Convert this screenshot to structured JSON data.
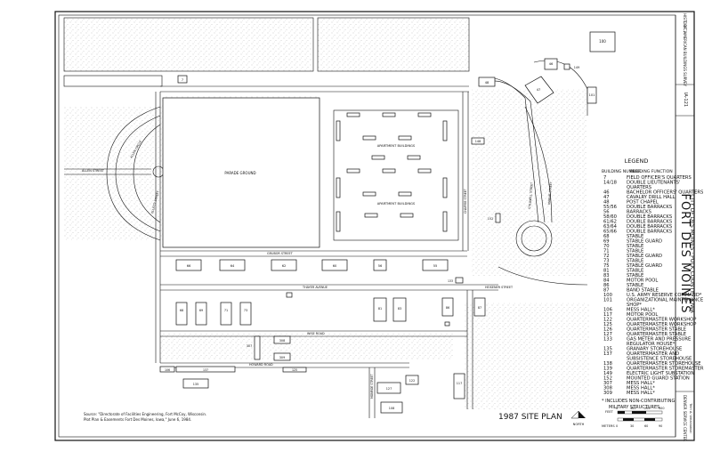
{
  "title_block": {
    "fort_name": "FORT DES MOINES",
    "location": "CITY OF DES MOINES · POLK COUNTY · IOWA",
    "survey_name": "HISTORIC AMERICAN BUILDINGS SURVEY",
    "survey_code": "IA-121",
    "sheet_no": "1 OF 1",
    "drawn_by": "Terri A. Umanowski",
    "office": "DENVER SERVICE CENTER"
  },
  "plan_title": "1987 SITE PLAN",
  "north_label": "NORTH",
  "source_note": [
    "Source: \"Directorate of Facilities Engineering, Fort McCoy, Wisconsin.",
    "Plot Plan & Easements Fort Des Moines, Iowa,\" June 6, 1984."
  ],
  "scale": {
    "feet_label": "FEET",
    "feet_ticks": [
      "0",
      "100",
      "200",
      "300"
    ],
    "meters_label": "METERS",
    "meters_ticks": [
      "0",
      "30",
      "60",
      "90"
    ]
  },
  "labels": {
    "parade_ground": "PARADE GROUND",
    "apartment_upper": "APARTMENT BUILDINGS",
    "apartment_lower": "APARTMENT BUILDINGS",
    "allen_street": "ALLEN STREET",
    "allen_circle": "ALLEN CIRCLE",
    "elliott_street": "ELLIOTT STREET",
    "grubor_street": "GRUBOR STREET",
    "thayer_avenue": "THAYER AVENUE",
    "wise_road": "WISE ROAD",
    "howard_road": "HOWARD ROAD",
    "chaffee_street": "CHAFFEE STREET",
    "stillwell_street": "STILLWELL STREET",
    "marnie_street": "MARNIE STREET",
    "heisener_street": "HEISENER STREET",
    "monroe_street": "MONROE STREET"
  },
  "building_numbers": {
    "b100": "100",
    "b101": "101",
    "b45": "45",
    "b46": "46",
    "b47": "47",
    "b48": "48",
    "b149": "149",
    "b148": "148",
    "b152": "152",
    "b7": "7",
    "b14": "14/18",
    "b66": "66",
    "b65": "65",
    "b64": "64",
    "b63": "63",
    "b62": "62",
    "b61": "61",
    "b60": "60",
    "b59": "59",
    "b56": "56",
    "b55": "55",
    "b54": "54",
    "b133": "133",
    "b68": "68",
    "b69": "69",
    "b71": "71",
    "b73": "73",
    "b81": "81",
    "b83": "83",
    "b86": "86",
    "b87": "87",
    "b84": "84",
    "b106": "106",
    "b135": "135",
    "b137": "137",
    "b308": "308",
    "b309": "309",
    "b307": "307",
    "b125": "125",
    "b126": "126",
    "b139": "139",
    "b138": "138",
    "b117": "117",
    "b122": "122",
    "b127": "127",
    "b108": "108"
  },
  "legend": {
    "heading": "LEGEND",
    "col1_header": "BUILDING NUMBER",
    "col2_header": "BUILDING FUNCTION",
    "rows": [
      {
        "num": "7",
        "fn": "FIELD OFFICER'S QUARTERS"
      },
      {
        "num": "14/18",
        "fn": "DOUBLE LIEUTENANTS'"
      },
      {
        "num": "",
        "fn": "QUARTERS"
      },
      {
        "num": "46",
        "fn": "BACHELOR OFFICERS' QUARTERS"
      },
      {
        "num": "47",
        "fn": "CAVALRY DRILL HALL"
      },
      {
        "num": "48",
        "fn": "POST CHAPEL"
      },
      {
        "num": "55/56",
        "fn": "DOUBLE BARRACKS"
      },
      {
        "num": "56",
        "fn": "BARRACKS"
      },
      {
        "num": "58/60",
        "fn": "DOUBLE BARRACKS"
      },
      {
        "num": "61/62",
        "fn": "DOUBLE BARRACKS"
      },
      {
        "num": "63/64",
        "fn": "DOUBLE BARRACKS"
      },
      {
        "num": "65/66",
        "fn": "DOUBLE BARRACKS"
      },
      {
        "num": "68",
        "fn": "STABLE"
      },
      {
        "num": "69",
        "fn": "STABLE GUARD"
      },
      {
        "num": "70",
        "fn": "STABLE"
      },
      {
        "num": "71",
        "fn": "STABLE"
      },
      {
        "num": "72",
        "fn": "STABLE GUARD"
      },
      {
        "num": "73",
        "fn": "STABLE"
      },
      {
        "num": "75",
        "fn": "STABLE GUARD"
      },
      {
        "num": "81",
        "fn": "STABLE"
      },
      {
        "num": "83",
        "fn": "STABLE"
      },
      {
        "num": "84",
        "fn": "MOTOR POOL"
      },
      {
        "num": "86",
        "fn": "STABLE"
      },
      {
        "num": "87",
        "fn": "BAND STABLE"
      },
      {
        "num": "100",
        "fn": "U.S. ARMY RESERVE COMMAND*"
      },
      {
        "num": "101",
        "fn": "ORGANIZATIONAL MAINTENANCE"
      },
      {
        "num": "",
        "fn": "SHOP*"
      },
      {
        "num": "106",
        "fn": "MESS HALL*"
      },
      {
        "num": "117",
        "fn": "MOTOR POOL"
      },
      {
        "num": "122",
        "fn": "QUARTERMASTER WORKSHOP"
      },
      {
        "num": "125",
        "fn": "QUARTERMASTER WORKSHOP"
      },
      {
        "num": "126",
        "fn": "QUARTERMASTER STABLE"
      },
      {
        "num": "127",
        "fn": "QUARTERMASTER STABLE"
      },
      {
        "num": "133",
        "fn": "GAS METER AND PRESSURE"
      },
      {
        "num": "",
        "fn": "REGULATOR HOUSE*"
      },
      {
        "num": "135",
        "fn": "GRANARY STOREHOUSE"
      },
      {
        "num": "137",
        "fn": "QUARTERMASTER AND"
      },
      {
        "num": "",
        "fn": "SUBSISTENCE STOREHOUSE"
      },
      {
        "num": "138",
        "fn": "QUARTERMASTER STOREHOUSE"
      },
      {
        "num": "139",
        "fn": "QUARTERMASTER STOREMASTER"
      },
      {
        "num": "149",
        "fn": "ELECTRIC LIGHT SUBSTATION"
      },
      {
        "num": "152",
        "fn": "MOUNTED GUARD STATION"
      },
      {
        "num": "307",
        "fn": "MESS HALL*"
      },
      {
        "num": "308",
        "fn": "MESS HALL*"
      },
      {
        "num": "309",
        "fn": "MESS HALL*"
      }
    ],
    "footnote_1": "* INCLUDES NON-CONTRIBUTING",
    "footnote_2": "MILITARY STRUCTURES"
  }
}
